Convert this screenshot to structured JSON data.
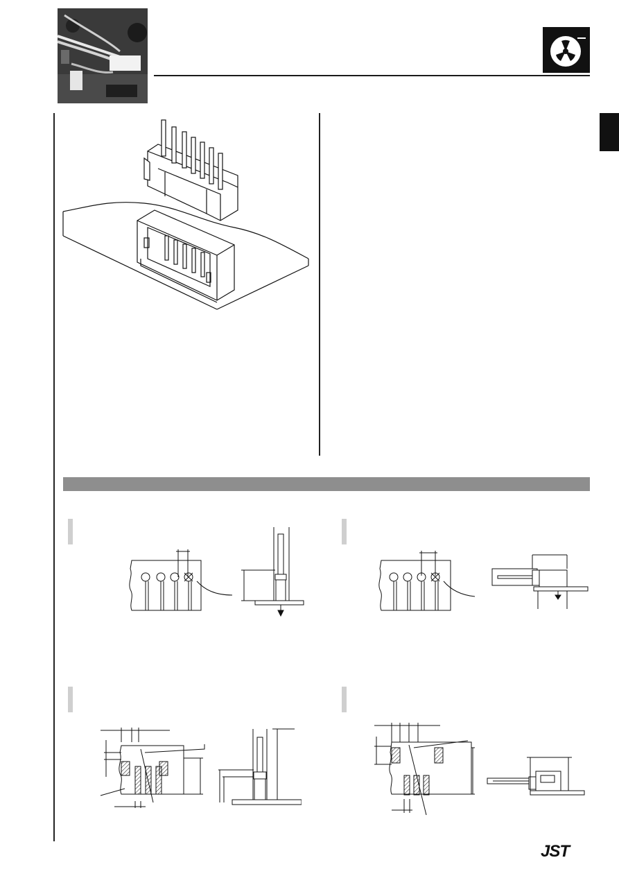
{
  "header": {
    "photo_icon": "connector-harness-photo",
    "badge_icon": "reel-packaging-icon",
    "rule_color": "#1a1a1a"
  },
  "section_bar": {
    "color": "#8e8e8e"
  },
  "figures": {
    "product_illustration": "wire-to-board-connector-illustration",
    "layouts": [
      {
        "id": "top-left",
        "icon": "thru-hole-top-entry-layout"
      },
      {
        "id": "top-right",
        "icon": "thru-hole-side-entry-layout"
      },
      {
        "id": "bottom-left",
        "icon": "smt-top-entry-layout"
      },
      {
        "id": "bottom-right",
        "icon": "smt-side-entry-layout"
      }
    ]
  },
  "footer": {
    "logo_text": "JST"
  }
}
